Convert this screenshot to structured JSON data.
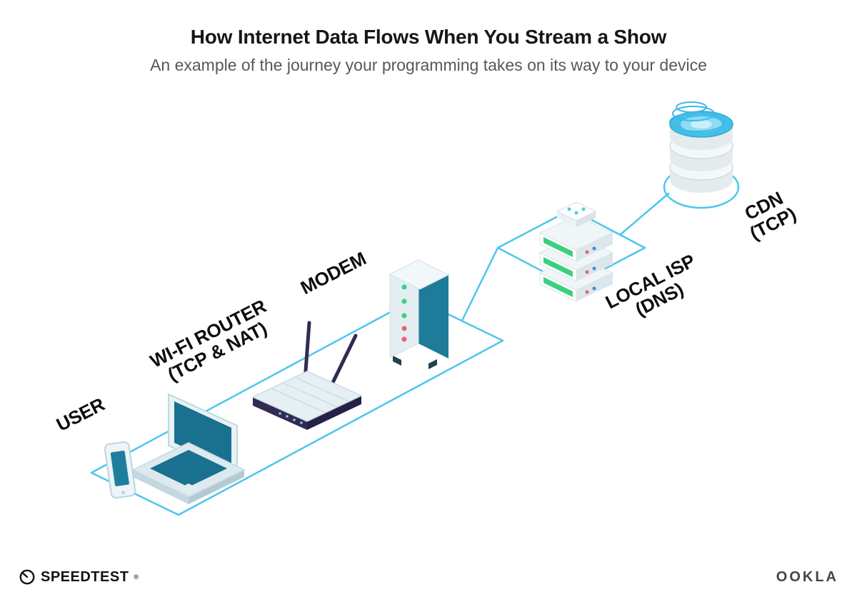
{
  "page": {
    "title": "How Internet Data Flows When You Stream a Show",
    "subtitle": "An example of the journey your programming takes on its way to your device"
  },
  "diagram": {
    "nodes": [
      {
        "id": "user",
        "label": "USER",
        "sublabel": "",
        "icon": "user-devices-icon"
      },
      {
        "id": "wifi-router",
        "label": "WI-FI ROUTER",
        "sublabel": "(TCP & NAT)",
        "icon": "wifi-router-icon"
      },
      {
        "id": "modem",
        "label": "MODEM",
        "sublabel": "",
        "icon": "modem-icon"
      },
      {
        "id": "local-isp",
        "label": "LOCAL ISP",
        "sublabel": "(DNS)",
        "icon": "server-stack-icon"
      },
      {
        "id": "cdn",
        "label": "CDN",
        "sublabel": "(TCP)",
        "icon": "database-icon"
      }
    ],
    "colors": {
      "connection_line": "#4cc6ec",
      "device_teal": "#1e7b99",
      "device_light": "#e3edf2",
      "router_navy": "#332a52",
      "led_green": "#3bd080",
      "led_red": "#ef5f74",
      "cdn_cyan": "#45bfe8"
    }
  },
  "footer": {
    "speedtest_label": "SPEEDTEST",
    "speedtest_mark": "®",
    "speedtest_icon": "gauge-icon",
    "ookla_label": "OOKLA"
  }
}
